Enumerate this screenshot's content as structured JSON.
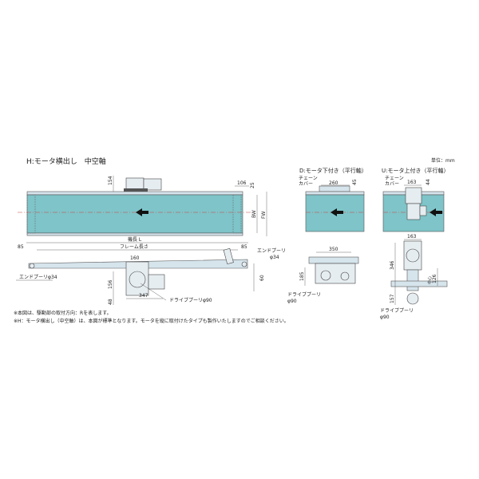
{
  "title": "H:モータ横出し　中空軸",
  "unit": "単位：mm",
  "main_top": {
    "d154": "154",
    "d106": "106",
    "d25": "25",
    "bw": "BW",
    "fw": "FW"
  },
  "main_side": {
    "machine_length": "機長 L",
    "frame_length": "フレーム長さ",
    "d85_left": "85",
    "d85_right": "85",
    "end_pulley_right_1": "エンドプーリ",
    "end_pulley_right_2": "φ34",
    "end_pulley_left": "エンドプーリφ34",
    "d160": "160",
    "d60": "60",
    "d156": "156",
    "d48": "48",
    "d347": "347",
    "drive_pulley": "ドライブプーリφ90"
  },
  "notes": [
    "※本図は、駆動部の取付方向：Rを表します。",
    "※H：モータ横出し（中空軸）は、本図が標準となります。モータを縦に取付けたタイプも製作いたしますのでご相談ください。"
  ],
  "view_d": {
    "title": "D:モータ下付き（平行軸）",
    "chain_cover_1": "チェーン",
    "chain_cover_2": "カバー",
    "d260": "260",
    "d45": "45",
    "d350": "350",
    "d185": "185",
    "drive_pulley_1": "ドライブプーリ",
    "drive_pulley_2": "φ90"
  },
  "view_u": {
    "title": "U:モータ上付き（平行軸）",
    "chain_cover_1": "チェーン",
    "chain_cover_2": "カバー",
    "d163_top": "163",
    "d44": "44",
    "d163": "163",
    "d346": "346",
    "d126": "126",
    "center_label": "中心",
    "d157": "157",
    "drive_pulley_1": "ドライブプーリ",
    "drive_pulley_2": "φ90"
  }
}
